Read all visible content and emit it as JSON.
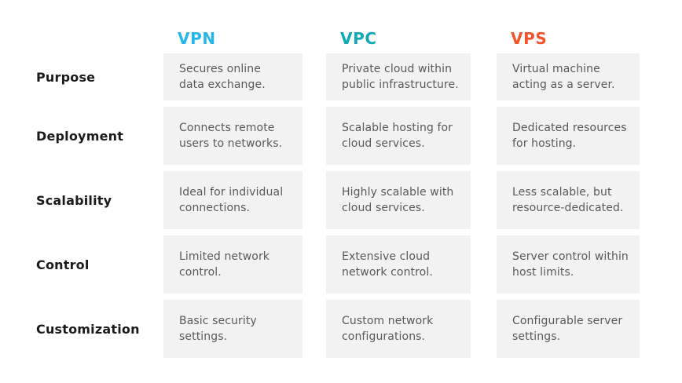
{
  "title": "VPN vs VPC vs VPS comparison table",
  "colors": {
    "page_bg": "#FFFFFF",
    "cell_bg": "#F2F2F2",
    "cell_text": "#58595B",
    "row_label_text": "#1A1A1A",
    "vpn_accent": "#26B6E9",
    "vpc_accent": "#0FA8B5",
    "vps_accent": "#F1552E"
  },
  "chart_data": {
    "type": "table",
    "columns": [
      {
        "label": "VPN",
        "color": "#26B6E9"
      },
      {
        "label": "VPC",
        "color": "#0FA8B5"
      },
      {
        "label": "VPS",
        "color": "#F1552E"
      }
    ],
    "rows": [
      {
        "label": "Purpose",
        "cells": [
          "Secures online\ndata exchange.",
          "Private cloud within\npublic infrastructure.",
          "Virtual machine\nacting as a server."
        ]
      },
      {
        "label": "Deployment",
        "cells": [
          "Connects remote\nusers to networks.",
          "Scalable hosting for\ncloud services.",
          "Dedicated resources\nfor hosting."
        ]
      },
      {
        "label": "Scalability",
        "cells": [
          "Ideal for individual\nconnections.",
          "Highly scalable with\ncloud services.",
          "Less scalable, but\nresource-dedicated."
        ]
      },
      {
        "label": "Control",
        "cells": [
          "Limited network\ncontrol.",
          "Extensive cloud\nnetwork control.",
          "Server control within\nhost limits."
        ]
      },
      {
        "label": "Customization",
        "cells": [
          "Basic security\nsettings.",
          "Custom network\nconfigurations.",
          "Configurable server\nsettings."
        ]
      }
    ]
  }
}
